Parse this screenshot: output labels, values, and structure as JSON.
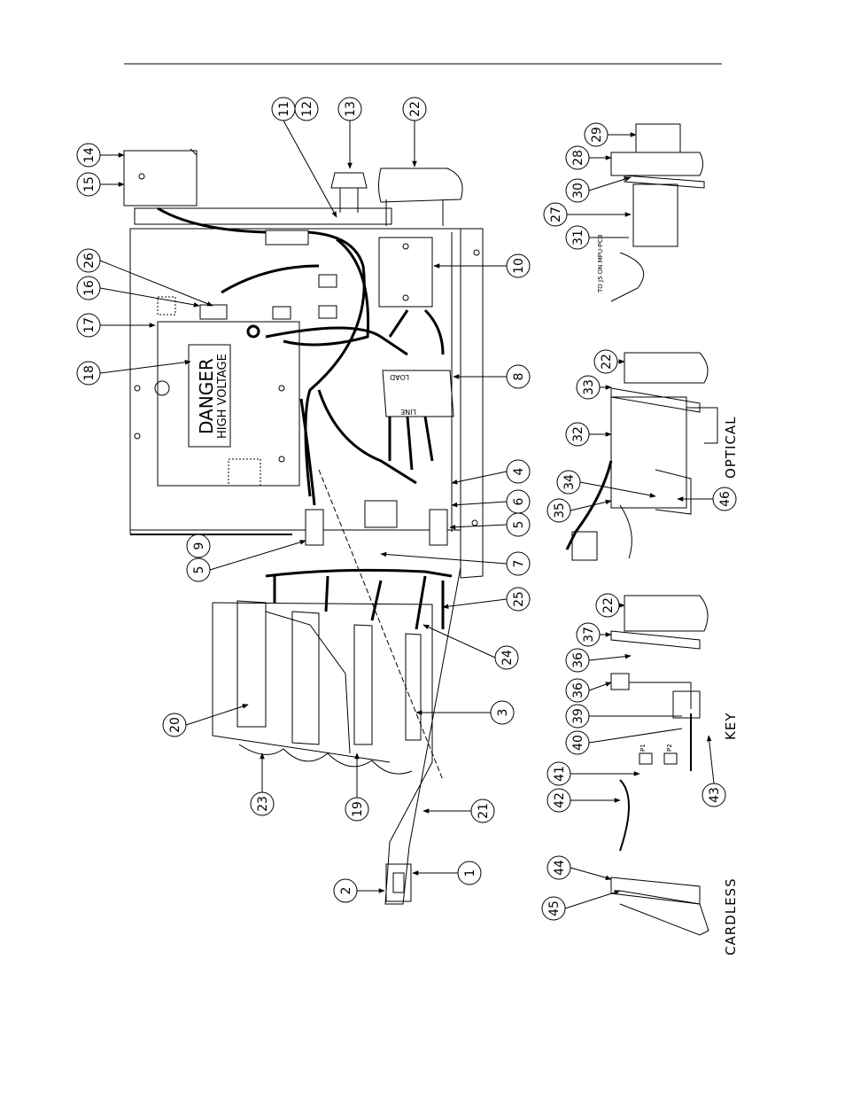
{
  "diagram": {
    "danger_label": "DANGER",
    "high_voltage_label": "HIGH VOLTAGE",
    "line_label": "LINE",
    "load_label": "LOAD",
    "to_note_label": "TO J5 ON MPU-PCB",
    "pcb_p1_label": "P1",
    "pcb_p2_label": "P2",
    "view_labels": {
      "optical": "OPTICAL",
      "key": "KEY",
      "cardless": "CARDLESS"
    },
    "callouts": {
      "c1": "1",
      "c2": "2",
      "c3": "3",
      "c4": "4",
      "c5a": "5",
      "c5b": "5",
      "c6": "6",
      "c7": "7",
      "c8": "8",
      "c9": "9",
      "c10": "10",
      "c11": "11",
      "c12": "12",
      "c13": "13",
      "c14": "14",
      "c15": "15",
      "c16": "16",
      "c17": "17",
      "c18": "18",
      "c19": "19",
      "c20": "20",
      "c21": "21",
      "c22a": "22",
      "c22b": "22",
      "c22c": "22",
      "c23": "23",
      "c24": "24",
      "c25": "25",
      "c26": "26",
      "c27": "27",
      "c28": "28",
      "c29": "29",
      "c30": "30",
      "c31": "31",
      "c32": "32",
      "c33": "33",
      "c34": "34",
      "c35": "35",
      "c36a": "36",
      "c36b": "36",
      "c37": "37",
      "c39": "39",
      "c40": "40",
      "c41": "41",
      "c42": "42",
      "c43": "43",
      "c44": "44",
      "c45": "45",
      "c46": "46"
    }
  }
}
